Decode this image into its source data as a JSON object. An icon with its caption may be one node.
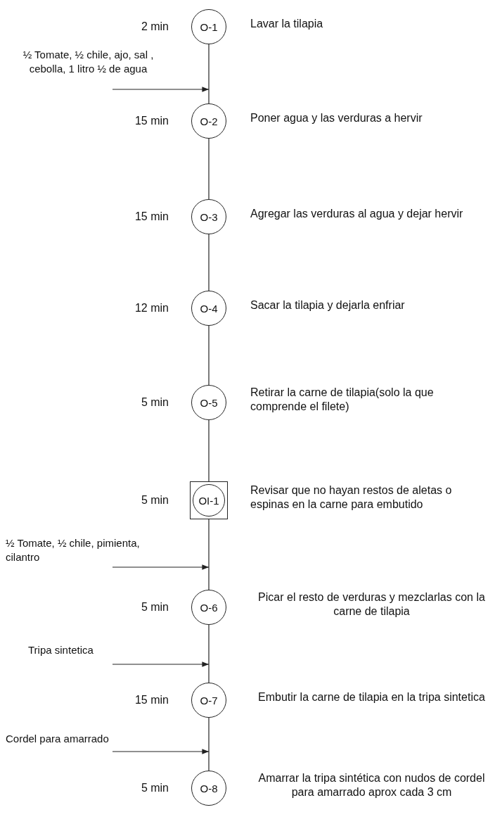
{
  "diagram": {
    "nodes": [
      {
        "text": [
          "O-1"
        ],
        "beside": [
          "2 min",
          "Lavar la tilapia"
        ]
      },
      {
        "text": [
          "½ Tomate, ½ chile, ajo, sal , cebolla, 1 litro ½ de agua"
        ]
      },
      {
        "text": [
          "O-2"
        ],
        "beside": [
          "15 min",
          "Poner agua y las verduras a hervir"
        ]
      },
      {
        "text": [
          "O-3"
        ],
        "beside": [
          "15 min",
          "Agregar las verduras al agua y dejar hervir"
        ]
      },
      {
        "text": [
          "O-4"
        ],
        "beside": [
          "12 min",
          "Sacar la tilapia y dejarla enfriar"
        ]
      },
      {
        "text": [
          "O-5"
        ],
        "beside": [
          "5 min",
          "Retirar la carne de tilapia(solo la que comprende el filete)"
        ]
      },
      {
        "text": [
          "OI-1"
        ],
        "beside": [
          "5 min",
          "Revisar que no hayan restos de aletas o espinas en la carne para embutido"
        ]
      },
      {
        "text": [
          "½ Tomate, ½ chile, pimienta, cilantro"
        ]
      },
      {
        "text": [
          "O-6"
        ],
        "beside": [
          "5 min",
          "Picar el resto de verduras y mezclarlas con la carne de tilapia"
        ]
      },
      {
        "text": [
          "Tripa sintetica"
        ]
      },
      {
        "text": [
          "O-7"
        ],
        "beside": [
          "15 min",
          "Embutir la carne de tilapia en la tripa sintetica"
        ]
      },
      {
        "text": [
          "Cordel para amarrado"
        ]
      },
      {
        "text": [
          "O-8"
        ],
        "beside": [
          "5 min",
          "Amarrar la tripa sintética con nudos de cordel para amarrado aprox cada 3 cm"
        ]
      }
    ],
    "edges": [
      {
        "from": 0,
        "to": 2,
        "arrow": "none"
      },
      {
        "from": 1,
        "to": 2,
        "arrow": "to"
      },
      {
        "from": 2,
        "to": 3,
        "arrow": "none"
      },
      {
        "from": 3,
        "to": 4,
        "arrow": "none"
      },
      {
        "from": 4,
        "to": 5,
        "arrow": "none"
      },
      {
        "from": 5,
        "to": 6,
        "arrow": "none"
      },
      {
        "from": 6,
        "to": 8,
        "arrow": "none"
      },
      {
        "from": 7,
        "to": 8,
        "arrow": "to"
      },
      {
        "from": 8,
        "to": 10,
        "arrow": "none"
      },
      {
        "from": 9,
        "to": 10,
        "arrow": "to"
      },
      {
        "from": 10,
        "to": 12,
        "arrow": "none"
      },
      {
        "from": 11,
        "to": 12,
        "arrow": "to"
      }
    ]
  }
}
